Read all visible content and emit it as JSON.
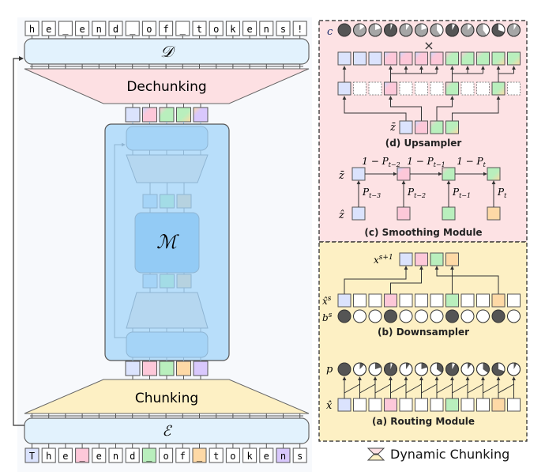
{
  "colors": {
    "left_panel_bg": "#f7f9fc",
    "module_fill": "#e2f2fd",
    "dechunk_fill": "#fde0e3",
    "chunk_fill": "#fdf0c4",
    "main_net_fill": "#b8defa",
    "main_inner_fill": "#a5d4f7",
    "main_core_fill": "#93cbf5",
    "upsampler_bg": "#fde2e4",
    "routing_bg": "#fdf0c4",
    "blue": "#dbe3fd",
    "pink": "#fdc8d9",
    "green": "#b9efbd",
    "orange": "#fed9a6",
    "purple": "#d9c8fd",
    "dark": "#555555",
    "gray": "#a6a6a6",
    "white": "#ffffff",
    "stroke": "#555555"
  },
  "left": {
    "output_tokens": [
      "h",
      "e",
      "_",
      "e",
      "n",
      "d",
      "_",
      "o",
      "f",
      "_",
      "t",
      "o",
      "k",
      "e",
      "n",
      "s",
      "!"
    ],
    "input_tokens": [
      "T",
      "h",
      "e",
      "_",
      "e",
      "n",
      "d",
      "_",
      "o",
      "f",
      "_",
      "t",
      "o",
      "k",
      "e",
      "n",
      "s"
    ],
    "input_token_colors": [
      "blue",
      "white",
      "white",
      "pink",
      "white",
      "white",
      "white",
      "green",
      "white",
      "white",
      "orange",
      "white",
      "white",
      "white",
      "white",
      "purple",
      "white"
    ],
    "decoder_label": "𝒟",
    "encoder_label": "ℰ",
    "main_label": "ℳ",
    "dechunking_label": "Dechunking",
    "chunking_label": "Chunking",
    "chunk_top_colors": [
      "blue",
      "pink-grad",
      "green-grad",
      "green-orange",
      "purple-grad"
    ],
    "chunk_bottom_colors": [
      "blue",
      "pink",
      "green",
      "orange",
      "purple"
    ],
    "inner_chunk_colors": [
      "#a5d4f7",
      "#a3dce6",
      "#b6d2e0"
    ]
  },
  "upsampler": {
    "title": "(d) Upsampler",
    "c_label": "c",
    "times_symbol": "×",
    "zbar_label": "z̄",
    "confidence_pies": [
      {
        "fill": "dark",
        "slice": 0
      },
      {
        "fill": "gray",
        "slice": 0.15
      },
      {
        "fill": "gray",
        "slice": 0.2
      },
      {
        "fill": "dark",
        "slice": 0.05
      },
      {
        "fill": "gray",
        "slice": 0.1
      },
      {
        "fill": "gray",
        "slice": 0.2
      },
      {
        "fill": "gray",
        "slice": 0.4
      },
      {
        "fill": "dark",
        "slice": 0.08
      },
      {
        "fill": "gray",
        "slice": 0.12
      },
      {
        "fill": "gray",
        "slice": 0.4
      },
      {
        "fill": "dark",
        "slice": 0.3
      },
      {
        "fill": "gray",
        "slice": 0.08
      }
    ],
    "top_row_colors": [
      "blue",
      "blue",
      "blue",
      "pink-grad",
      "pink-grad",
      "pink-grad",
      "pink-grad",
      "green-grad",
      "green-grad",
      "green-grad",
      "green-orange",
      "green-orange"
    ],
    "mid_row_colors": [
      "blue",
      "dashed",
      "dashed",
      "pink-grad",
      "dashed",
      "dashed",
      "dashed",
      "green-grad",
      "dashed",
      "dashed",
      "green-orange",
      "dashed"
    ],
    "zbar_colors": [
      "blue",
      "pink-grad",
      "green-grad",
      "green-orange"
    ]
  },
  "smoothing": {
    "title": "(c) Smoothing Module",
    "zbar_label": "z̄",
    "zhat_label": "ẑ",
    "top_colors": [
      "blue",
      "pink-grad",
      "green-grad",
      "green-orange"
    ],
    "bottom_colors": [
      "blue",
      "pink",
      "green",
      "orange"
    ],
    "edge_labels": [
      "1 − P",
      "1 − P",
      "1 − P"
    ],
    "edge_subscripts": [
      "t−2",
      "t−1",
      "t"
    ],
    "vertical_labels": [
      "P",
      "P",
      "P",
      "P"
    ],
    "vertical_subscripts": [
      "t−3",
      "t−2",
      "t−1",
      "t"
    ]
  },
  "downsampler": {
    "title": "(b) Downsampler",
    "out_label": "x",
    "out_sup": "s+1",
    "in_label": "x̂",
    "in_sup": "s",
    "b_label": "b",
    "b_sup": "s",
    "out_colors": [
      "blue",
      "pink",
      "green",
      "orange"
    ],
    "in_colors": [
      "blue",
      "white",
      "white",
      "pink",
      "white",
      "white",
      "white",
      "green",
      "white",
      "white",
      "orange",
      "white"
    ],
    "boundaries": [
      1,
      0,
      0,
      1,
      0,
      0,
      0,
      1,
      0,
      0,
      1,
      0
    ]
  },
  "routing": {
    "title": "(a) Routing Module",
    "p_label": "p",
    "x_label": "x̂",
    "probabilities": [
      {
        "fill": "dark",
        "slice": 0
      },
      {
        "fill": "white",
        "slice": 0.12
      },
      {
        "fill": "white",
        "slice": 0.2
      },
      {
        "fill": "dark",
        "slice": 0.05
      },
      {
        "fill": "white",
        "slice": 0.1
      },
      {
        "fill": "white",
        "slice": 0.2
      },
      {
        "fill": "white",
        "slice": 0.35
      },
      {
        "fill": "dark",
        "slice": 0.08
      },
      {
        "fill": "white",
        "slice": 0.1
      },
      {
        "fill": "white",
        "slice": 0.35
      },
      {
        "fill": "dark",
        "slice": 0.3
      },
      {
        "fill": "white",
        "slice": 0.08
      }
    ],
    "x_colors": [
      "blue",
      "white",
      "white",
      "pink",
      "white",
      "white",
      "white",
      "green",
      "white",
      "white",
      "orange",
      "white"
    ]
  },
  "legend": {
    "label": "Dynamic Chunking"
  }
}
